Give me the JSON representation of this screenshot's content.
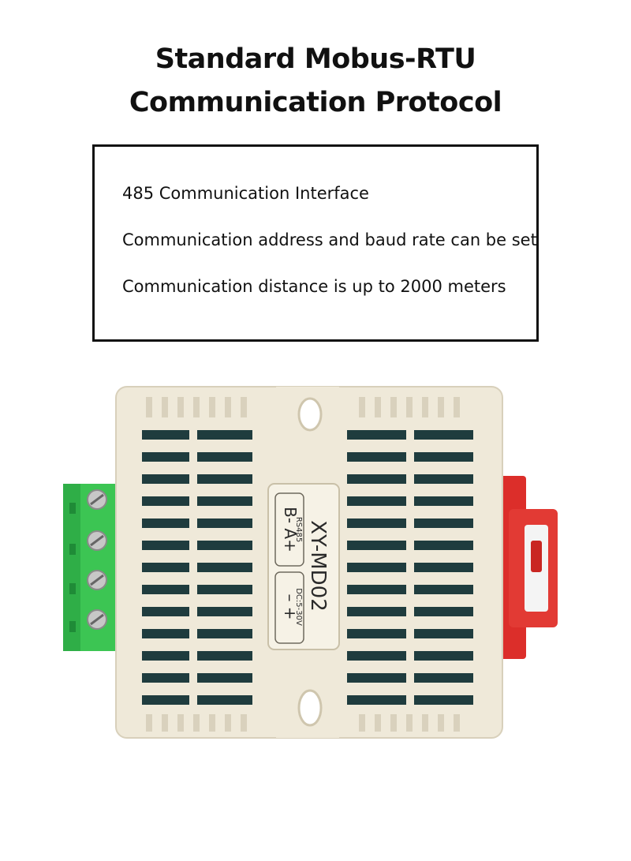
{
  "headline": {
    "line1": "Standard Mobus-RTU",
    "line2": "Communication Protocol"
  },
  "features": [
    "485 Communication Interface",
    "Communication address and baud rate can be set",
    "Communication distance is up to 2000 meters"
  ],
  "device": {
    "model_label": "XY-MD02",
    "bus_label": "B- A+",
    "bus_sub_label": "RS485",
    "power_label": "– +",
    "power_sub_label": "DC:5-30V",
    "colors": {
      "housing": "#efe9d9",
      "terminal_block": "#39c24f",
      "mounting_clip": "#e2332f",
      "board": "#1f3c3e"
    }
  }
}
